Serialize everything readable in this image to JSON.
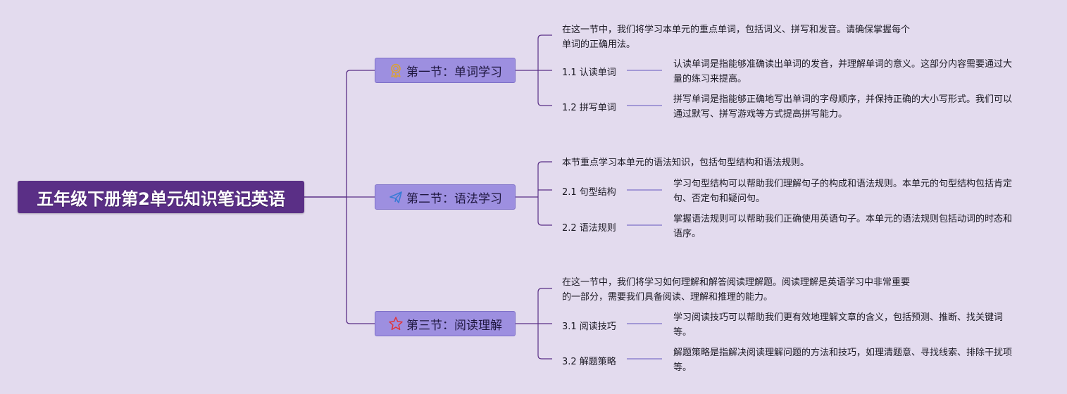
{
  "root": {
    "title": "五年级下册第2单元知识笔记英语"
  },
  "sections": [
    {
      "title": "第一节：单词学习",
      "icon": "award-ribbon-icon",
      "icon_color": "#d9a13a",
      "intro": "在这一节中，我们将学习本单元的重点单词，包括词义、拼写和发音。请确保掌握每个单词的正确用法。",
      "items": [
        {
          "label": "1.1 认读单词",
          "desc": "认读单词是指能够准确读出单词的发音，并理解单词的意义。这部分内容需要通过大量的练习来提高。"
        },
        {
          "label": "1.2 拼写单词",
          "desc": "拼写单词是指能够正确地写出单词的字母顺序，并保持正确的大小写形式。我们可以通过默写、拼写游戏等方式提高拼写能力。"
        }
      ]
    },
    {
      "title": "第二节：语法学习",
      "icon": "paper-plane-icon",
      "icon_color": "#3a7bd5",
      "intro": "本节重点学习本单元的语法知识，包括句型结构和语法规则。",
      "items": [
        {
          "label": "2.1 句型结构",
          "desc": "学习句型结构可以帮助我们理解句子的构成和语法规则。本单元的句型结构包括肯定句、否定句和疑问句。"
        },
        {
          "label": "2.2 语法规则",
          "desc": "掌握语法规则可以帮助我们正确使用英语句子。本单元的语法规则包括动词的时态和语序。"
        }
      ]
    },
    {
      "title": "第三节：阅读理解",
      "icon": "star-icon",
      "icon_color": "#e0353a",
      "intro": "在这一节中，我们将学习如何理解和解答阅读理解题。阅读理解是英语学习中非常重要的一部分，需要我们具备阅读、理解和推理的能力。",
      "items": [
        {
          "label": "3.1 阅读技巧",
          "desc": "学习阅读技巧可以帮助我们更有效地理解文章的含义，包括预测、推断、找关键词等。"
        },
        {
          "label": "3.2 解题策略",
          "desc": "解题策略是指解决阅读理解问题的方法和技巧，如理清题意、寻找线索、排除干扰项等。"
        }
      ]
    }
  ],
  "colors": {
    "background": "#e3dbee",
    "root_fill": "#5a2f86",
    "section_fill": "#9d8fe0",
    "root_link": "#5a2f86",
    "branch_link": "#7d6fc7"
  }
}
